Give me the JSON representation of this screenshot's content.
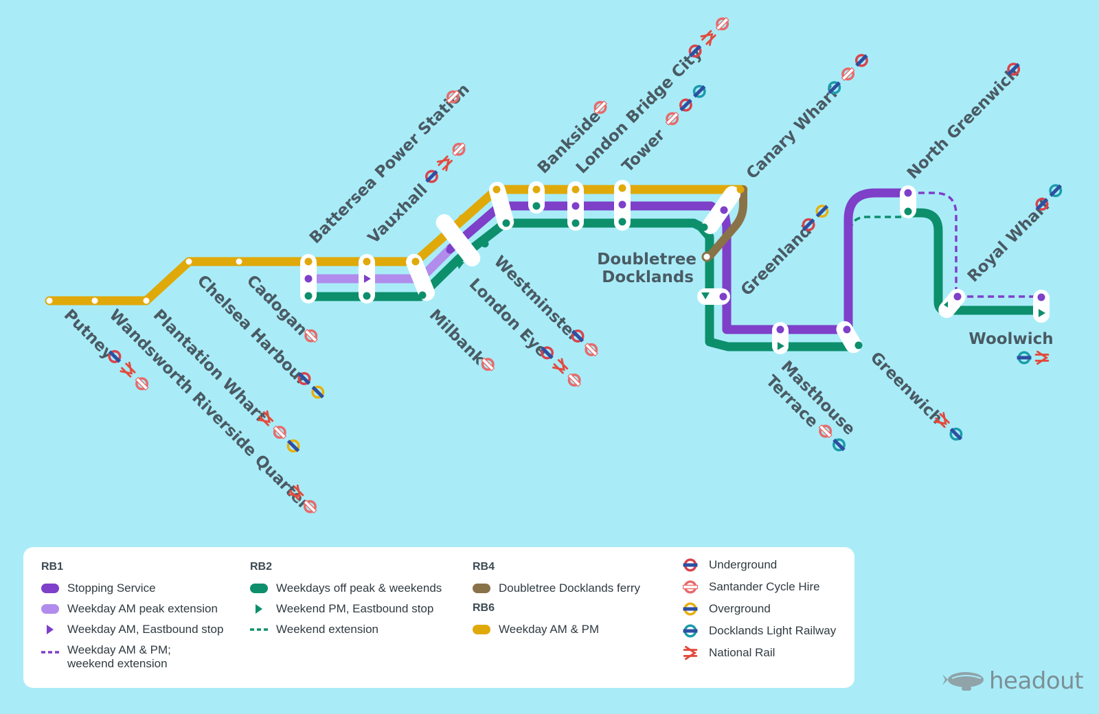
{
  "legend": {
    "rb1": {
      "title": "RB1",
      "items": [
        {
          "label": "Stopping Service",
          "symbol": "solid",
          "color": "#7e3fc9"
        },
        {
          "label": "Weekday AM peak extension",
          "symbol": "solid",
          "color": "#b18cec"
        },
        {
          "label": "Weekday AM, Eastbound stop",
          "symbol": "triangle",
          "color": "#7e3fc9"
        },
        {
          "label_line1": "Weekday AM & PM;",
          "label_line2": "weekend extension",
          "symbol": "dashed",
          "color": "#7e3fc9"
        }
      ]
    },
    "rb2": {
      "title": "RB2",
      "items": [
        {
          "label": "Weekdays off peak & weekends",
          "symbol": "solid",
          "color": "#0d8f6c"
        },
        {
          "label": "Weekend PM, Eastbound stop",
          "symbol": "triangle",
          "color": "#0d8f6c"
        },
        {
          "label": "Weekend extension",
          "symbol": "dashed",
          "color": "#0d8f6c"
        }
      ]
    },
    "rb4": {
      "title": "RB4",
      "items": [
        {
          "label": "Doubletree Docklands ferry",
          "symbol": "solid",
          "color": "#8a7248"
        }
      ]
    },
    "rb6": {
      "title": "RB6",
      "items": [
        {
          "label": "Weekday AM & PM",
          "symbol": "solid",
          "color": "#e0a90a"
        }
      ]
    },
    "interchanges": [
      {
        "label": "Underground",
        "icon": "underground-icon",
        "color": "#d9434b"
      },
      {
        "label": "Santander Cycle Hire",
        "icon": "cycle-hire-icon",
        "color": "#e86a6a"
      },
      {
        "label": "Overground",
        "icon": "overground-icon",
        "color": "#e8b00c"
      },
      {
        "label": "Docklands Light Railway",
        "icon": "dlr-icon",
        "color": "#1b9cab"
      },
      {
        "label": "National Rail",
        "icon": "national-rail-icon",
        "color": "#e24b3c"
      }
    ]
  },
  "stations": [
    {
      "name": "Putney",
      "icons": [
        "underground",
        "rail",
        "cycle"
      ]
    },
    {
      "name": "Wandsworth Riverside Quarter",
      "icons": [
        "rail",
        "cycle"
      ]
    },
    {
      "name": "Plantation Wharf",
      "icons": [
        "rail",
        "cycle",
        "overground"
      ]
    },
    {
      "name": "Chelsea Harbour",
      "icons": [
        "underground",
        "overground"
      ]
    },
    {
      "name": "Cadogan",
      "icons": [
        "cycle"
      ]
    },
    {
      "name": "Battersea Power Station",
      "icons": [
        "cycle"
      ]
    },
    {
      "name": "Vauxhall",
      "icons": [
        "underground",
        "rail",
        "cycle"
      ]
    },
    {
      "name": "Milbank",
      "icons": [
        "cycle"
      ]
    },
    {
      "name": "London Eye",
      "icons": [
        "underground",
        "rail",
        "cycle"
      ]
    },
    {
      "name": "Westminster",
      "icons": [
        "underground",
        "cycle"
      ]
    },
    {
      "name": "Bankside",
      "icons": [
        "cycle"
      ]
    },
    {
      "name": "London Bridge City",
      "icons": [
        "underground",
        "rail",
        "cycle"
      ]
    },
    {
      "name": "Tower",
      "icons": [
        "cycle",
        "underground",
        "dlr"
      ]
    },
    {
      "name": "Canary Wharf",
      "icons": [
        "dlr",
        "cycle",
        "underground"
      ]
    },
    {
      "name_line1": "Doubletree",
      "name_line2": "Docklands",
      "icons": []
    },
    {
      "name": "Greenland",
      "icons": [
        "underground",
        "overground"
      ]
    },
    {
      "name_line1": "Masthouse",
      "name_line2": "Terrace",
      "icons": [
        "cycle",
        "dlr"
      ]
    },
    {
      "name": "Greenwich",
      "icons": [
        "rail",
        "dlr"
      ]
    },
    {
      "name": "North Greenwich",
      "icons": [
        "underground"
      ]
    },
    {
      "name": "Royal Wharf",
      "icons": [
        "underground",
        "dlr"
      ]
    },
    {
      "name": "Woolwich",
      "icons": [
        "dlr",
        "rail"
      ]
    }
  ],
  "colors": {
    "water": "#a9ecf8",
    "rb1": "#7e3fc9",
    "rb1_light": "#b18cec",
    "rb2": "#0d8f6c",
    "rb4": "#8a7248",
    "rb6": "#e0a90a"
  },
  "brand": {
    "logo_text": "headout"
  }
}
